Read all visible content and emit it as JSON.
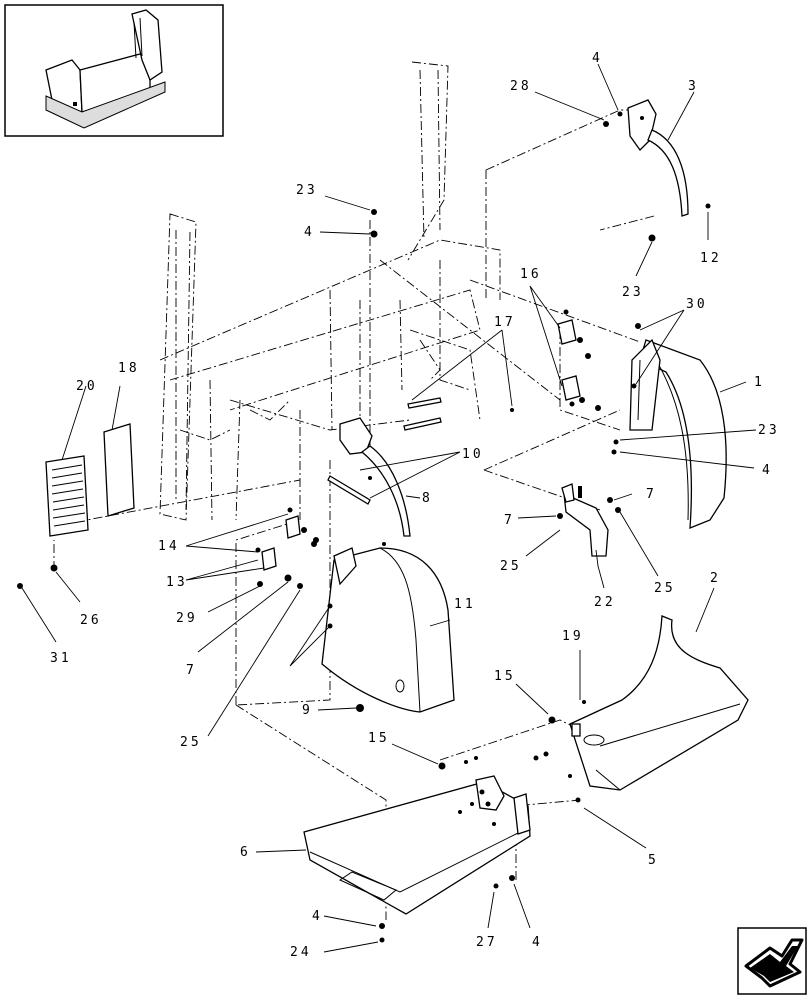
{
  "callouts": {
    "c1": "1",
    "c2": "2",
    "c3": "3",
    "c4a": "4",
    "c4b": "4",
    "c4c": "4",
    "c4d": "4",
    "c4e": "4",
    "c5": "5",
    "c6": "6",
    "c7a": "7",
    "c7b": "7",
    "c7c": "7",
    "c8": "8",
    "c9": "9",
    "c10": "10",
    "c11": "11",
    "c12": "12",
    "c13": "13",
    "c14": "14",
    "c15a": "15",
    "c15b": "15",
    "c16": "16",
    "c17": "17",
    "c18": "18",
    "c19": "19",
    "c20": "20",
    "c22": "22",
    "c23a": "23",
    "c23b": "23",
    "c23c": "23",
    "c24": "24",
    "c25a": "25",
    "c25b": "25",
    "c25c": "25",
    "c26": "26",
    "c27": "27",
    "c28": "28",
    "c29": "29",
    "c30": "30",
    "c31": "31"
  },
  "icons": {
    "inset": "machine-overview-thumbnail",
    "nav": "next-page-arrow-icon"
  }
}
